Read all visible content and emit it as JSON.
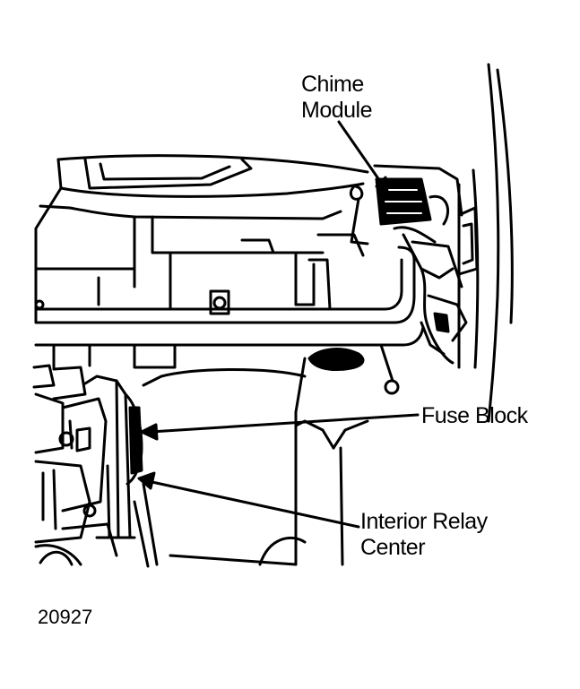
{
  "callouts": {
    "chime_module": {
      "line1": "Chime",
      "line2": "Module"
    },
    "fuse_block": "Fuse Block",
    "interior_relay_center": {
      "line1": "Interior Relay",
      "line2": "Center"
    }
  },
  "figure_number": "20927",
  "colors": {
    "ink": "#000000",
    "paper": "#ffffff"
  }
}
